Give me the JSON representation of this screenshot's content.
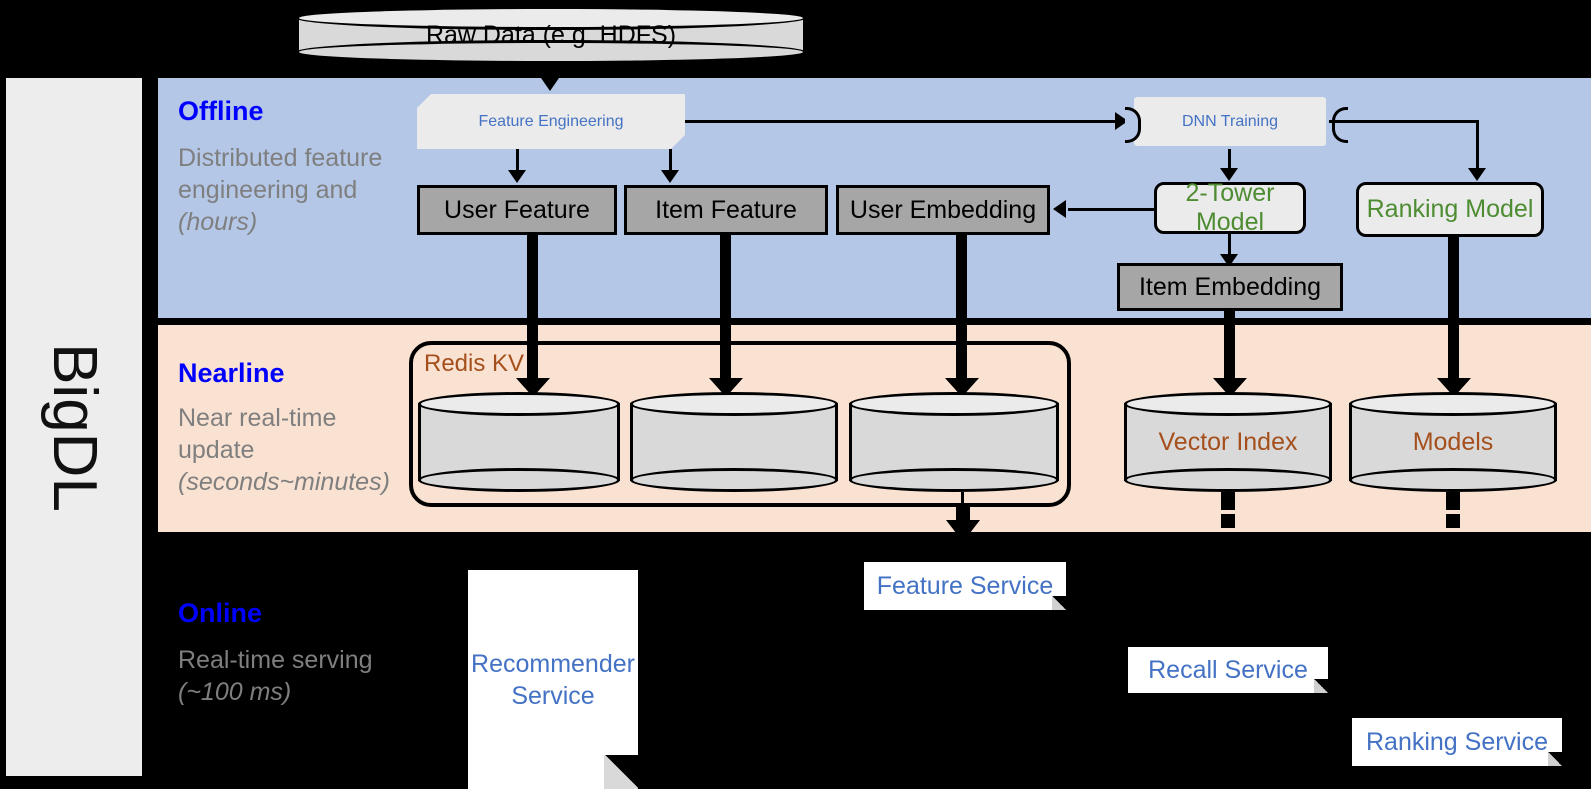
{
  "framework": {
    "name": "BigDL"
  },
  "bands": [
    {
      "id": "offline",
      "title": "Offline",
      "subtitle": "Distributed feature engineering and ",
      "subtitle_em": "(hours)",
      "color": "#b4c7e7"
    },
    {
      "id": "nearline",
      "title": "Nearline",
      "subtitle": "Near real-time update ",
      "subtitle_em": "(seconds~minutes)",
      "color": "#fae2d2"
    },
    {
      "id": "online",
      "title": "Online",
      "subtitle": "Real-time serving ",
      "subtitle_em": "(~100 ms)",
      "color": "#000000"
    }
  ],
  "source": {
    "label": "Raw Data (e.g. HDFS)"
  },
  "offline": {
    "feature_engineering": "Feature Engineering",
    "dnn_training": "DNN Training",
    "user_feature": "User Feature",
    "item_feature": "Item Feature",
    "user_embedding": "User Embedding",
    "two_tower_model": "2-Tower Model",
    "ranking_model": "Ranking Model",
    "item_embedding": "Item Embedding"
  },
  "nearline": {
    "redis_kv": "Redis KV",
    "stores": [
      "",
      "",
      ""
    ],
    "vector_index": "Vector Index",
    "models": "Models"
  },
  "online": {
    "recommender_service": "Recommender Service",
    "feature_service": "Feature Service",
    "recall_service": "Recall Service",
    "ranking_service": "Ranking Service"
  },
  "colors": {
    "offline_band": "#b4c7e7",
    "nearline_band": "#fae2d2",
    "online_band": "#000000",
    "band_title": "#0000ff",
    "band_subtitle": "#7f7f7f",
    "blue_text": "#4472c4",
    "green_text": "#4e8c32",
    "brown_text": "#a5501c",
    "gray_box": "#a6a6a6",
    "light_box": "#ebebeb",
    "rail": "#ededed"
  }
}
